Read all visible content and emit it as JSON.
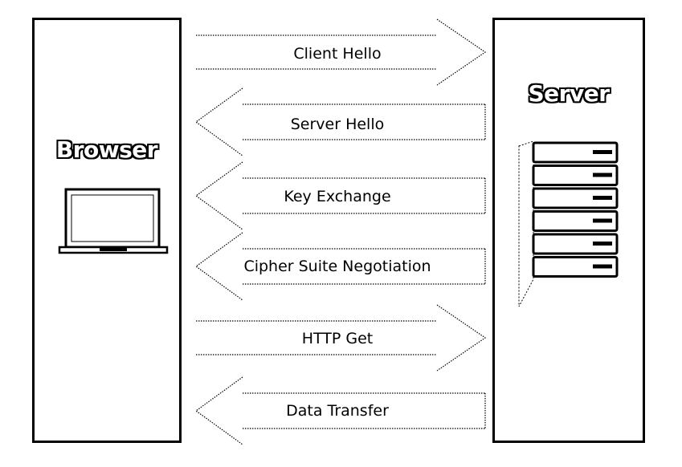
{
  "browser": {
    "title": "Browser",
    "icon": "laptop-icon"
  },
  "server": {
    "title": "Server",
    "icon": "server-rack-icon"
  },
  "messages": [
    {
      "label": "Client Hello",
      "direction": "to-server"
    },
    {
      "label": "Server Hello",
      "direction": "to-browser"
    },
    {
      "label": "Key Exchange",
      "direction": "to-browser"
    },
    {
      "label": "Cipher Suite Negotiation",
      "direction": "to-browser"
    },
    {
      "label": "HTTP Get",
      "direction": "to-server"
    },
    {
      "label": "Data Transfer",
      "direction": "to-browser"
    }
  ]
}
